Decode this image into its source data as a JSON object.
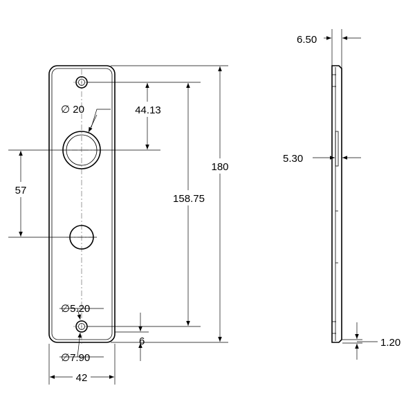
{
  "dimensions": {
    "hole_diameter": "∅ 20",
    "hole_offset": "44.13",
    "hole_spacing": "57",
    "screw_spacing": "158.75",
    "overall_height": "180",
    "small_diameter": "∅5.20",
    "edge_offset": "6",
    "countersink_diameter": "∅7.90",
    "overall_width": "42",
    "side_thickness": "6.50",
    "side_inner": "5.30",
    "side_edge": "1.20"
  },
  "colors": {
    "line": "#000000",
    "background": "#ffffff"
  }
}
